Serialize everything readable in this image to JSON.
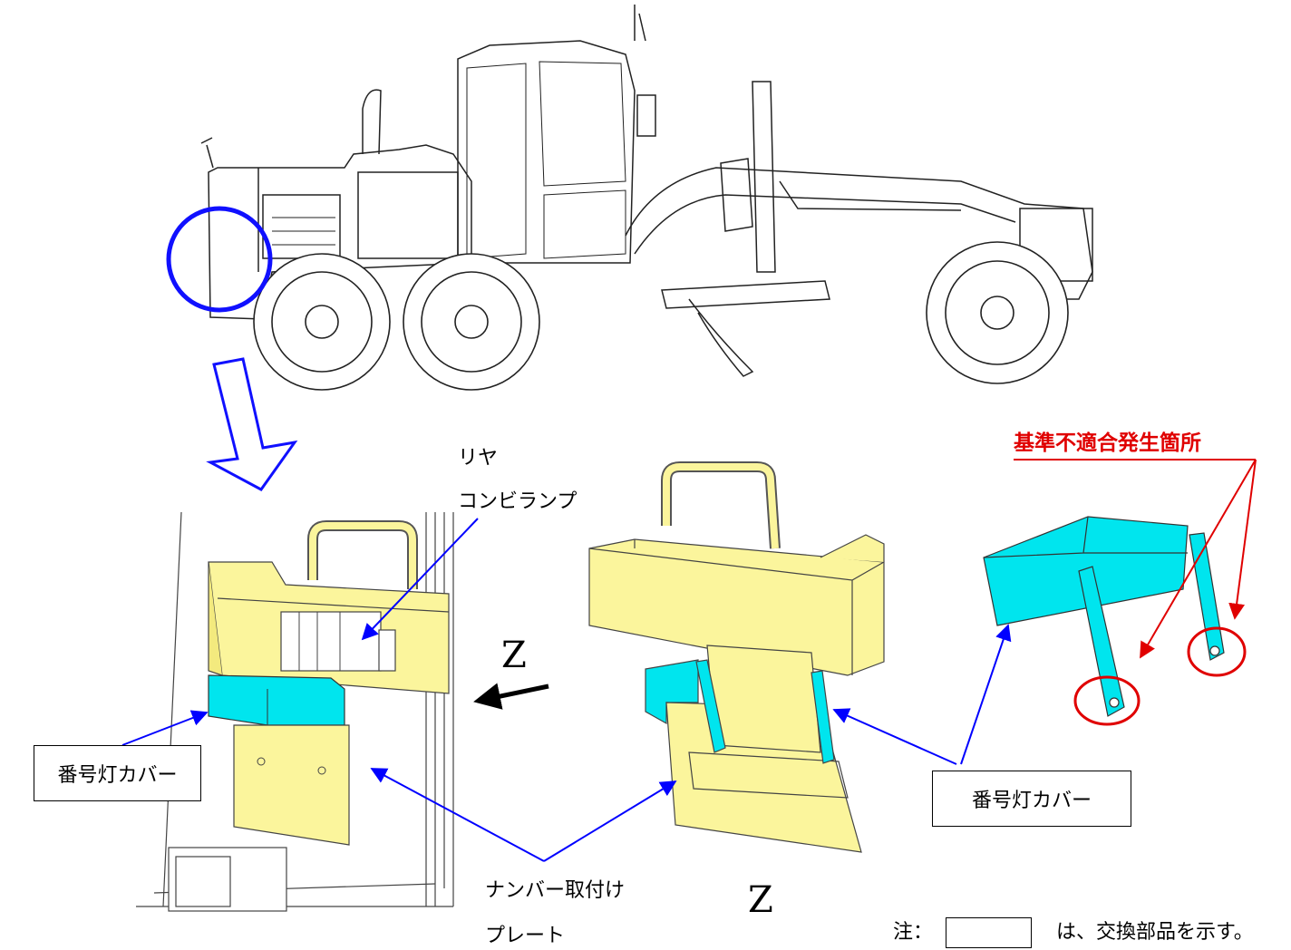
{
  "labels": {
    "rear_combi_lamp_line1": "リヤ",
    "rear_combi_lamp_line2": "コンビランプ",
    "view_arrow_z": "Z",
    "view_z_title": "Z",
    "number_light_cover_left": "番号灯カバー",
    "number_light_cover_right": "番号灯カバー",
    "number_plate_line1": "ナンバー取付け",
    "number_plate_line2": "プレート",
    "nonconformity_location": "基準不適合発生箇所",
    "note_prefix": "注：",
    "note_suffix": "は、交換部品を示す。"
  },
  "colors": {
    "replacement_part": "#00e5ee",
    "plate_assembly": "#fbf59c",
    "leader_blue": "#0000ff",
    "nonconformity_red": "#e00000",
    "line_art": "#222222"
  }
}
